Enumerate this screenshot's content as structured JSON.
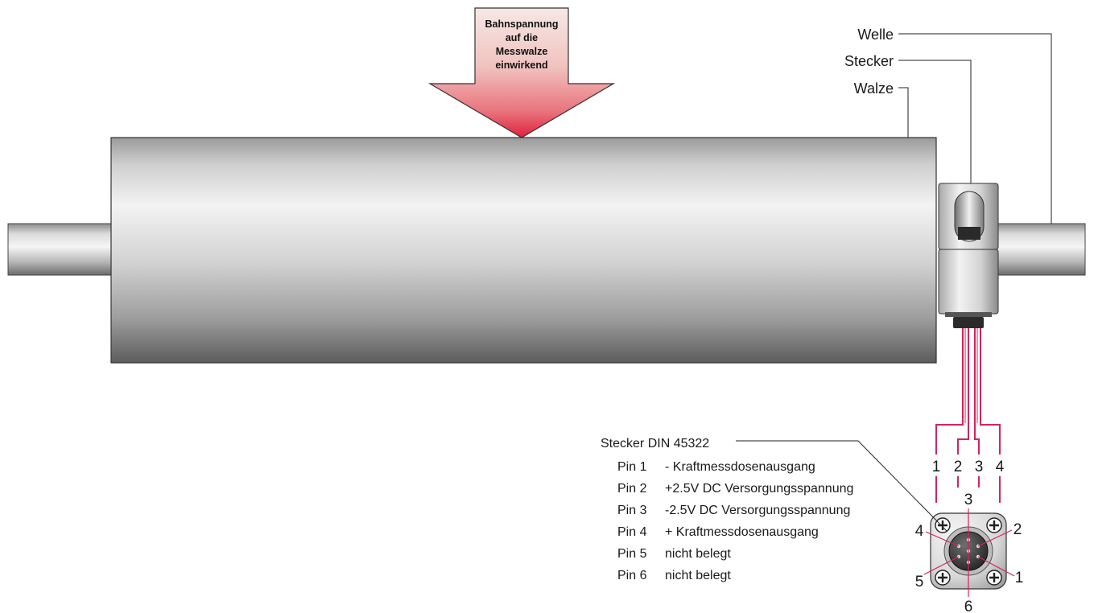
{
  "arrow": {
    "lines": [
      "Bahnspannung",
      "auf die",
      "Messwalze",
      "einwirkend"
    ]
  },
  "callouts": {
    "welle": "Welle",
    "stecker": "Stecker",
    "walze": "Walze"
  },
  "wire_numbers": [
    "1",
    "2",
    "3",
    "4"
  ],
  "connector": {
    "title": "Stecker DIN 45322",
    "pins": [
      {
        "label": "Pin 1",
        "desc": "- Kraftmessdosenausgang"
      },
      {
        "label": "Pin 2",
        "desc": "+2.5V DC Versorgungsspannung"
      },
      {
        "label": "Pin 3",
        "desc": "-2.5V DC Versorgungsspannung"
      },
      {
        "label": "Pin 4",
        "desc": "+ Kraftmessdosenausgang"
      },
      {
        "label": "Pin 5",
        "desc": "nicht belegt"
      },
      {
        "label": "Pin 6",
        "desc": "nicht belegt"
      }
    ],
    "pin_marks": {
      "top": "3",
      "right_top": "2",
      "left_top": "4",
      "left_bottom": "5",
      "right_bottom": "1",
      "bottom": "6"
    }
  },
  "colors": {
    "wire": "#d4245a",
    "arrow_top": "#f4dcd8",
    "arrow_bottom": "#e0203c"
  }
}
